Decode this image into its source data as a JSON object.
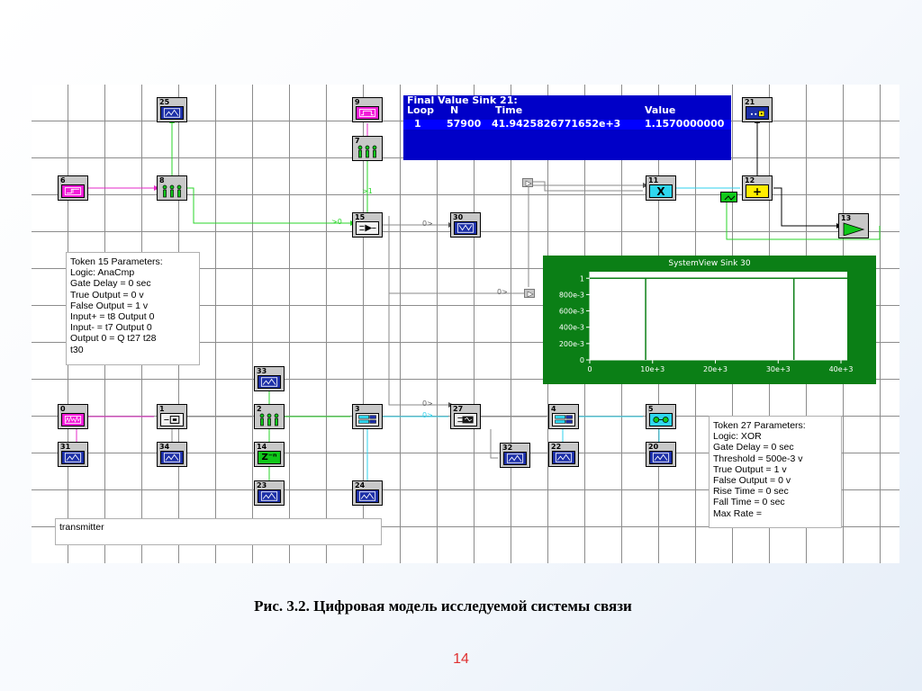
{
  "tokens": [
    {
      "num": "25",
      "icon": "plot-sink-icon"
    },
    {
      "num": "9",
      "icon": "pulse-source-icon"
    },
    {
      "num": "7",
      "icon": "parameter-bars-icon"
    },
    {
      "num": "6",
      "icon": "step-source-icon"
    },
    {
      "num": "8",
      "icon": "parameter-bars-icon"
    },
    {
      "num": "15",
      "icon": "comparator-icon"
    },
    {
      "num": "30",
      "icon": "plot-sink-icon"
    },
    {
      "num": "11",
      "icon": "multiplier-icon",
      "glyph": "X"
    },
    {
      "num": "12",
      "icon": "adder-icon",
      "glyph": "+"
    },
    {
      "num": "21",
      "icon": "final-value-sink-icon"
    },
    {
      "num": "13",
      "icon": "gain-amplifier-icon"
    },
    {
      "num": "33",
      "icon": "plot-sink-icon"
    },
    {
      "num": "0",
      "icon": "noise-source-icon"
    },
    {
      "num": "1",
      "icon": "sample-hold-icon"
    },
    {
      "num": "2",
      "icon": "parameter-bars-icon"
    },
    {
      "num": "3",
      "icon": "data-block-icon"
    },
    {
      "num": "27",
      "icon": "xor-gate-icon"
    },
    {
      "num": "4",
      "icon": "data-block-icon"
    },
    {
      "num": "5",
      "icon": "connector-icon"
    },
    {
      "num": "31",
      "icon": "plot-sink-icon"
    },
    {
      "num": "34",
      "icon": "plot-sink-icon"
    },
    {
      "num": "14",
      "icon": "delay-icon",
      "glyph": "Z⁻ⁿ"
    },
    {
      "num": "22",
      "icon": "plot-sink-icon"
    },
    {
      "num": "20",
      "icon": "plot-sink-icon"
    },
    {
      "num": "23",
      "icon": "plot-sink-icon"
    },
    {
      "num": "24",
      "icon": "plot-sink-icon"
    },
    {
      "num": "32",
      "icon": "plot-sink-icon"
    }
  ],
  "wire_labels": {
    "w1": ">1",
    "w2": ">0",
    "w3": "0>",
    "w4": "0>",
    "w5": "0>",
    "w6": "0>"
  },
  "final_value": {
    "title": "Final Value Sink 21:",
    "headers": [
      "Loop",
      "N",
      "Time",
      "Value"
    ],
    "row": [
      "1",
      "57900",
      "41.9425826771652e+3",
      "1.1570000000"
    ]
  },
  "token15": {
    "lines": [
      "Token 15 Parameters:",
      "Logic:  AnaCmp",
      "Gate Delay = 0 sec",
      "True Output = 0 v",
      "False Output = 1 v",
      "Input+ = t8 Output 0",
      "Input- = t7 Output 0",
      "Output 0 = Q  t27  t28",
      "t30"
    ]
  },
  "token27": {
    "lines": [
      "Token 27 Parameters:",
      "Logic:  XOR",
      "Gate Delay = 0 sec",
      "Threshold = 500e-3 v",
      "True Output = 1 v",
      "False Output = 0 v",
      "Rise Time = 0 sec",
      "Fall Time = 0 sec",
      "Max Rate ="
    ]
  },
  "sink30": {
    "title": "SystemView Sink 30",
    "y_ticks": [
      "1",
      "800e-3",
      "600e-3",
      "400e-3",
      "200e-3",
      "0"
    ],
    "x_ticks": [
      "0",
      "10e+3",
      "20e+3",
      "30e+3",
      "40e+3"
    ]
  },
  "chart_data": {
    "type": "line",
    "title": "SystemView Sink 30",
    "xlabel": "",
    "ylabel": "",
    "xlim": [
      0,
      41000
    ],
    "ylim": [
      0,
      1.08
    ],
    "x_ticks": [
      0,
      10000,
      20000,
      30000,
      40000
    ],
    "y_ticks": [
      0,
      0.2,
      0.4,
      0.6,
      0.8,
      1
    ],
    "grid": false,
    "series": [
      {
        "x": [
          0,
          8900,
          8900,
          8900,
          8900,
          32500,
          32500,
          32500,
          32500,
          41000
        ],
        "y": [
          1,
          1,
          0,
          0,
          1,
          1,
          0,
          0,
          1,
          1
        ]
      }
    ],
    "colors": {
      "background": "#ffffff",
      "frame": "#0b7f16",
      "line": "#0b7f16"
    }
  },
  "transmitter": {
    "text": "transmitter"
  },
  "caption": "Рис. 3.2. Цифровая модель исследуемой системы связи",
  "page_number": "14"
}
